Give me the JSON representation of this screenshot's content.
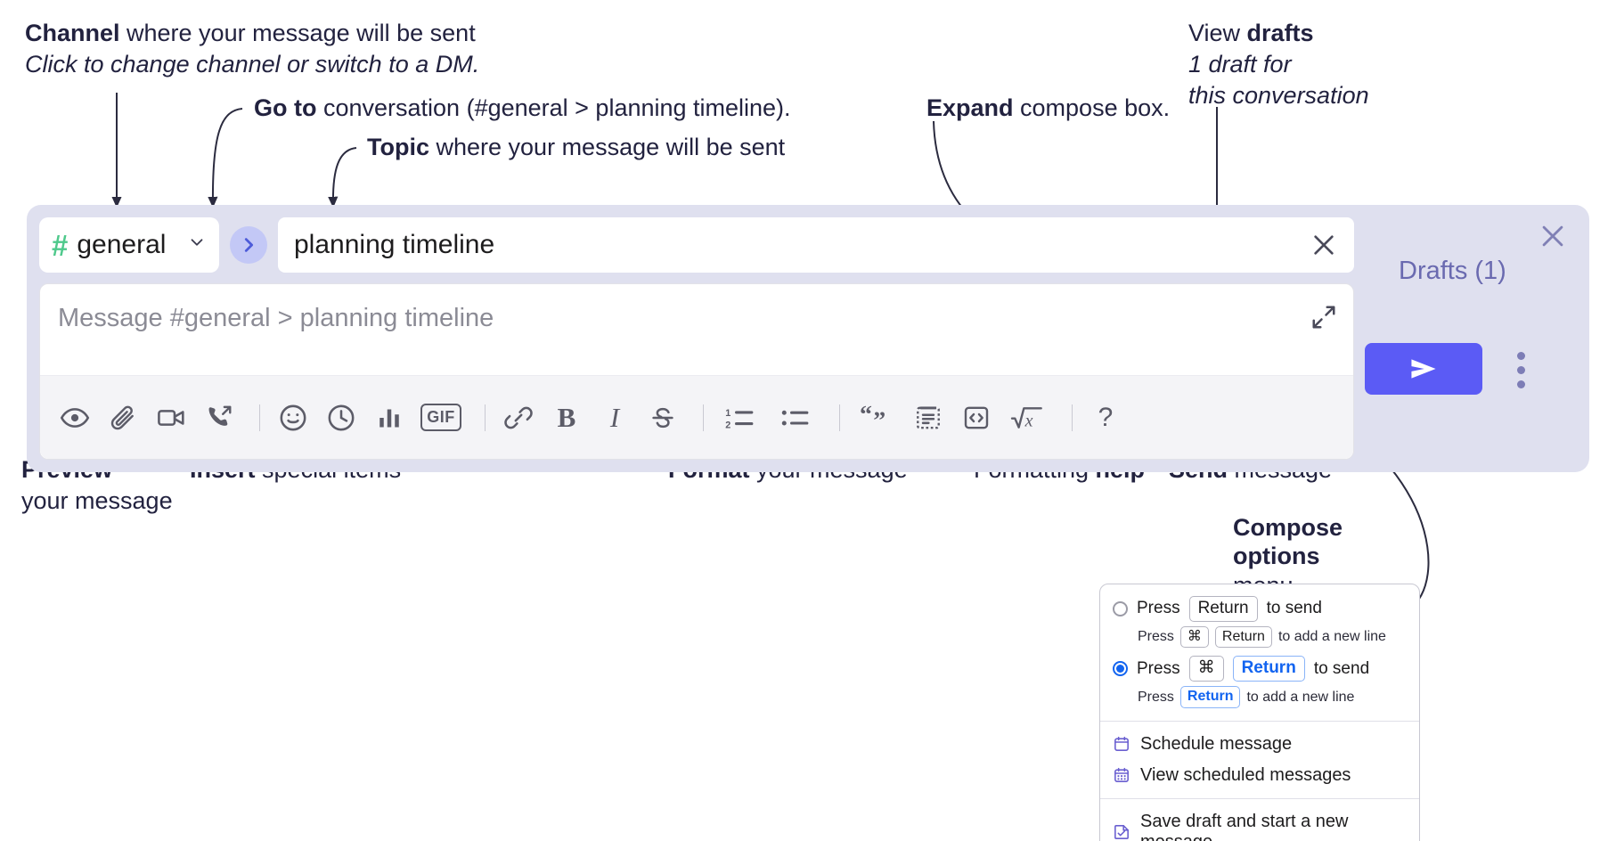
{
  "annotations": {
    "channel": {
      "bold": "Channel",
      "rest": " where your message will be sent",
      "italic": "Click to change channel or switch to a DM."
    },
    "goto": {
      "bold": "Go to",
      "rest": " conversation (#general > planning timeline)."
    },
    "topic": {
      "bold": "Topic",
      "rest": " where your message will be sent"
    },
    "expand": {
      "bold": "Expand",
      "rest": " compose box."
    },
    "drafts": {
      "plain": "View ",
      "bold": "drafts",
      "italic1": "1 draft for",
      "italic2": "this conversation"
    },
    "preview": {
      "bold": "Preview",
      "rest": "your message"
    },
    "insert": {
      "bold": "Insert",
      "rest": " special items"
    },
    "format": {
      "bold": "Format",
      "rest": " your message"
    },
    "formatting_help": {
      "plain": "Formatting ",
      "bold": "help"
    },
    "send": {
      "bold": "Send",
      "rest": " message"
    },
    "compose_options": {
      "bold1": "Compose",
      "bold2": "options",
      "rest": "menu"
    }
  },
  "compose": {
    "channel_name": "general",
    "hash_icon": "hash-icon",
    "chevron_icon": "chevron-down-icon",
    "goto_icon": "chevron-right-icon",
    "topic_value": "planning timeline",
    "topic_clear_icon": "close-icon",
    "message_placeholder": "Message #general > planning timeline",
    "expand_icon": "expand-diagonal-icon",
    "panel_close_icon": "close-icon",
    "drafts_label": "Drafts (1)",
    "send_icon": "paper-plane-icon",
    "more_icon": "vertical-dots-icon",
    "accent_color": "#5b5bf5",
    "panel_bg": "#dfe0ef",
    "hash_color": "#4fc98c",
    "drafts_color": "#6a6ab0"
  },
  "toolbar": [
    {
      "name": "preview-icon",
      "label": "Preview"
    },
    {
      "name": "attachment-icon",
      "label": "Attach file"
    },
    {
      "name": "video-icon",
      "label": "Record video clip"
    },
    {
      "name": "huddle-icon",
      "label": "Start huddle"
    },
    {
      "name": "divider-1",
      "label": ""
    },
    {
      "name": "emoji-icon",
      "label": "Emoji"
    },
    {
      "name": "clock-icon",
      "label": "Schedule"
    },
    {
      "name": "poll-icon",
      "label": "Poll"
    },
    {
      "name": "gif-icon",
      "label": "GIF"
    },
    {
      "name": "divider-2",
      "label": ""
    },
    {
      "name": "link-icon",
      "label": "Link"
    },
    {
      "name": "bold-icon",
      "label": "B"
    },
    {
      "name": "italic-icon",
      "label": "I"
    },
    {
      "name": "strikethrough-icon",
      "label": "S"
    },
    {
      "name": "divider-3",
      "label": ""
    },
    {
      "name": "ordered-list-icon",
      "label": "Ordered list"
    },
    {
      "name": "bullet-list-icon",
      "label": "Bulleted list"
    },
    {
      "name": "divider-4",
      "label": ""
    },
    {
      "name": "blockquote-icon",
      "label": "Blockquote"
    },
    {
      "name": "code-block-icon",
      "label": "Code block"
    },
    {
      "name": "code-icon",
      "label": "Code"
    },
    {
      "name": "math-icon",
      "label": "Math"
    },
    {
      "name": "divider-5",
      "label": ""
    },
    {
      "name": "help-icon",
      "label": "?"
    }
  ],
  "menu": {
    "option1": {
      "selected": false,
      "press": "Press",
      "key": "Return",
      "to_send": "to send",
      "sub_press": "Press",
      "sub_key1": "⌘",
      "sub_key2": "Return",
      "sub_tail": "to add a new line"
    },
    "option2": {
      "selected": true,
      "press": "Press",
      "key1": "⌘",
      "key2": "Return",
      "to_send": "to send",
      "sub_press": "Press",
      "sub_key": "Return",
      "sub_tail": "to add a new line"
    },
    "items": [
      {
        "icon": "calendar-icon",
        "label": "Schedule message"
      },
      {
        "icon": "calendar-grid-icon",
        "label": "View scheduled messages"
      },
      {
        "icon": "save-draft-icon",
        "label": "Save draft and start a new message"
      }
    ]
  }
}
